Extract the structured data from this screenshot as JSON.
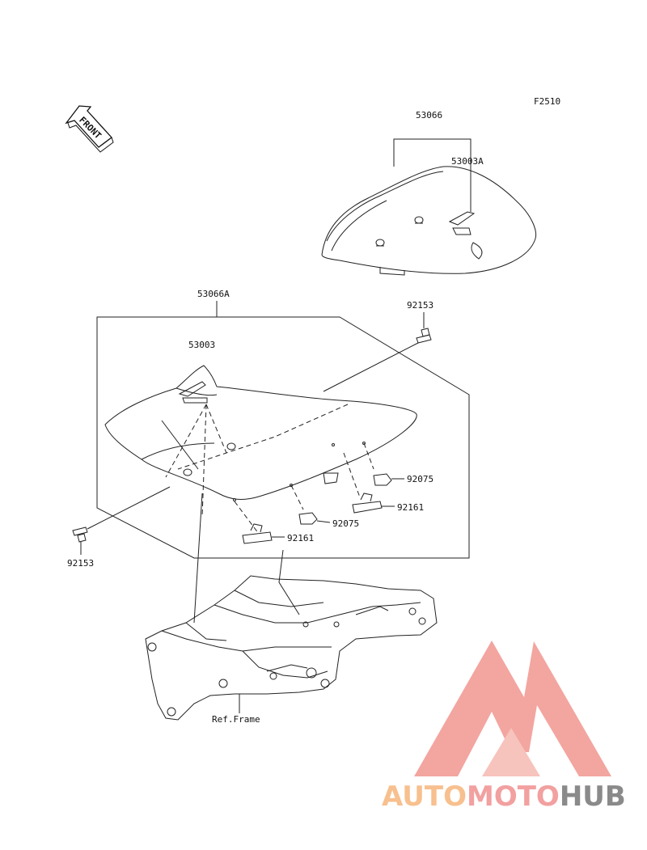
{
  "figure_code": "F2510",
  "front_arrow_label": "FRONT",
  "parts": {
    "rear_seat_assy": "53066",
    "rear_seat_cover": "53003A",
    "front_seat_assy": "53066A",
    "front_seat_cover": "53003",
    "bolt_top": "92153",
    "bolt_left": "92153",
    "damper_right": "92075",
    "damper_center": "92075",
    "clip_right": "92161",
    "clip_center": "92161"
  },
  "ref_frame": "Ref.Frame",
  "watermark": {
    "part1": "AUTO",
    "part2": "MOTO",
    "part3": "HUB",
    "colors": {
      "part1": "#f7c08e",
      "part2": "#f2a0a0",
      "part3": "#8a8a8a",
      "logo": "#f3a5a0"
    }
  }
}
